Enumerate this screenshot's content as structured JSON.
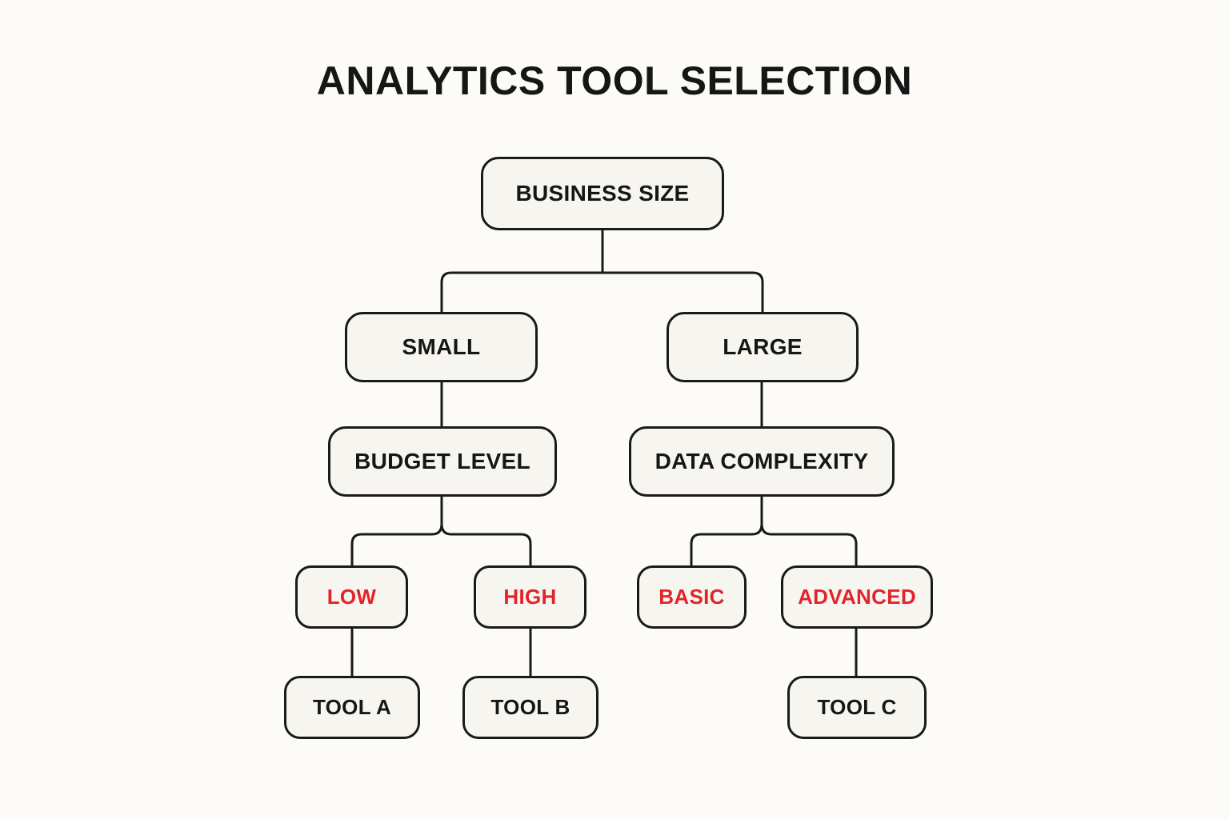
{
  "title": "ANALYTICS TOOL SELECTION",
  "colors": {
    "background": "#fcfbf7",
    "node_fill": "#f7f5f0",
    "line_and_border": "#1a1a1a",
    "text": "#161616",
    "highlight_red": "#e2242a"
  },
  "diagram": {
    "type": "decision-tree",
    "nodes": {
      "root": {
        "label": "BUSINESS SIZE",
        "text_color": "black"
      },
      "small": {
        "label": "SMALL",
        "text_color": "black"
      },
      "large": {
        "label": "LARGE",
        "text_color": "black"
      },
      "budget": {
        "label": "BUDGET LEVEL",
        "text_color": "black"
      },
      "complex": {
        "label": "DATA COMPLEXITY",
        "text_color": "black"
      },
      "low": {
        "label": "LOW",
        "text_color": "red"
      },
      "high": {
        "label": "HIGH",
        "text_color": "red"
      },
      "basic": {
        "label": "BASIC",
        "text_color": "red"
      },
      "advanced": {
        "label": "ADVANCED",
        "text_color": "red"
      },
      "tool_a": {
        "label": "TOOL A",
        "text_color": "black"
      },
      "tool_b": {
        "label": "TOOL B",
        "text_color": "black"
      },
      "tool_c": {
        "label": "TOOL C",
        "text_color": "black"
      }
    },
    "edges": [
      [
        "root",
        "small"
      ],
      [
        "root",
        "large"
      ],
      [
        "small",
        "budget"
      ],
      [
        "large",
        "complex"
      ],
      [
        "budget",
        "low"
      ],
      [
        "budget",
        "high"
      ],
      [
        "complex",
        "basic"
      ],
      [
        "complex",
        "advanced"
      ],
      [
        "low",
        "tool_a"
      ],
      [
        "high",
        "tool_b"
      ],
      [
        "advanced",
        "tool_c"
      ]
    ]
  }
}
